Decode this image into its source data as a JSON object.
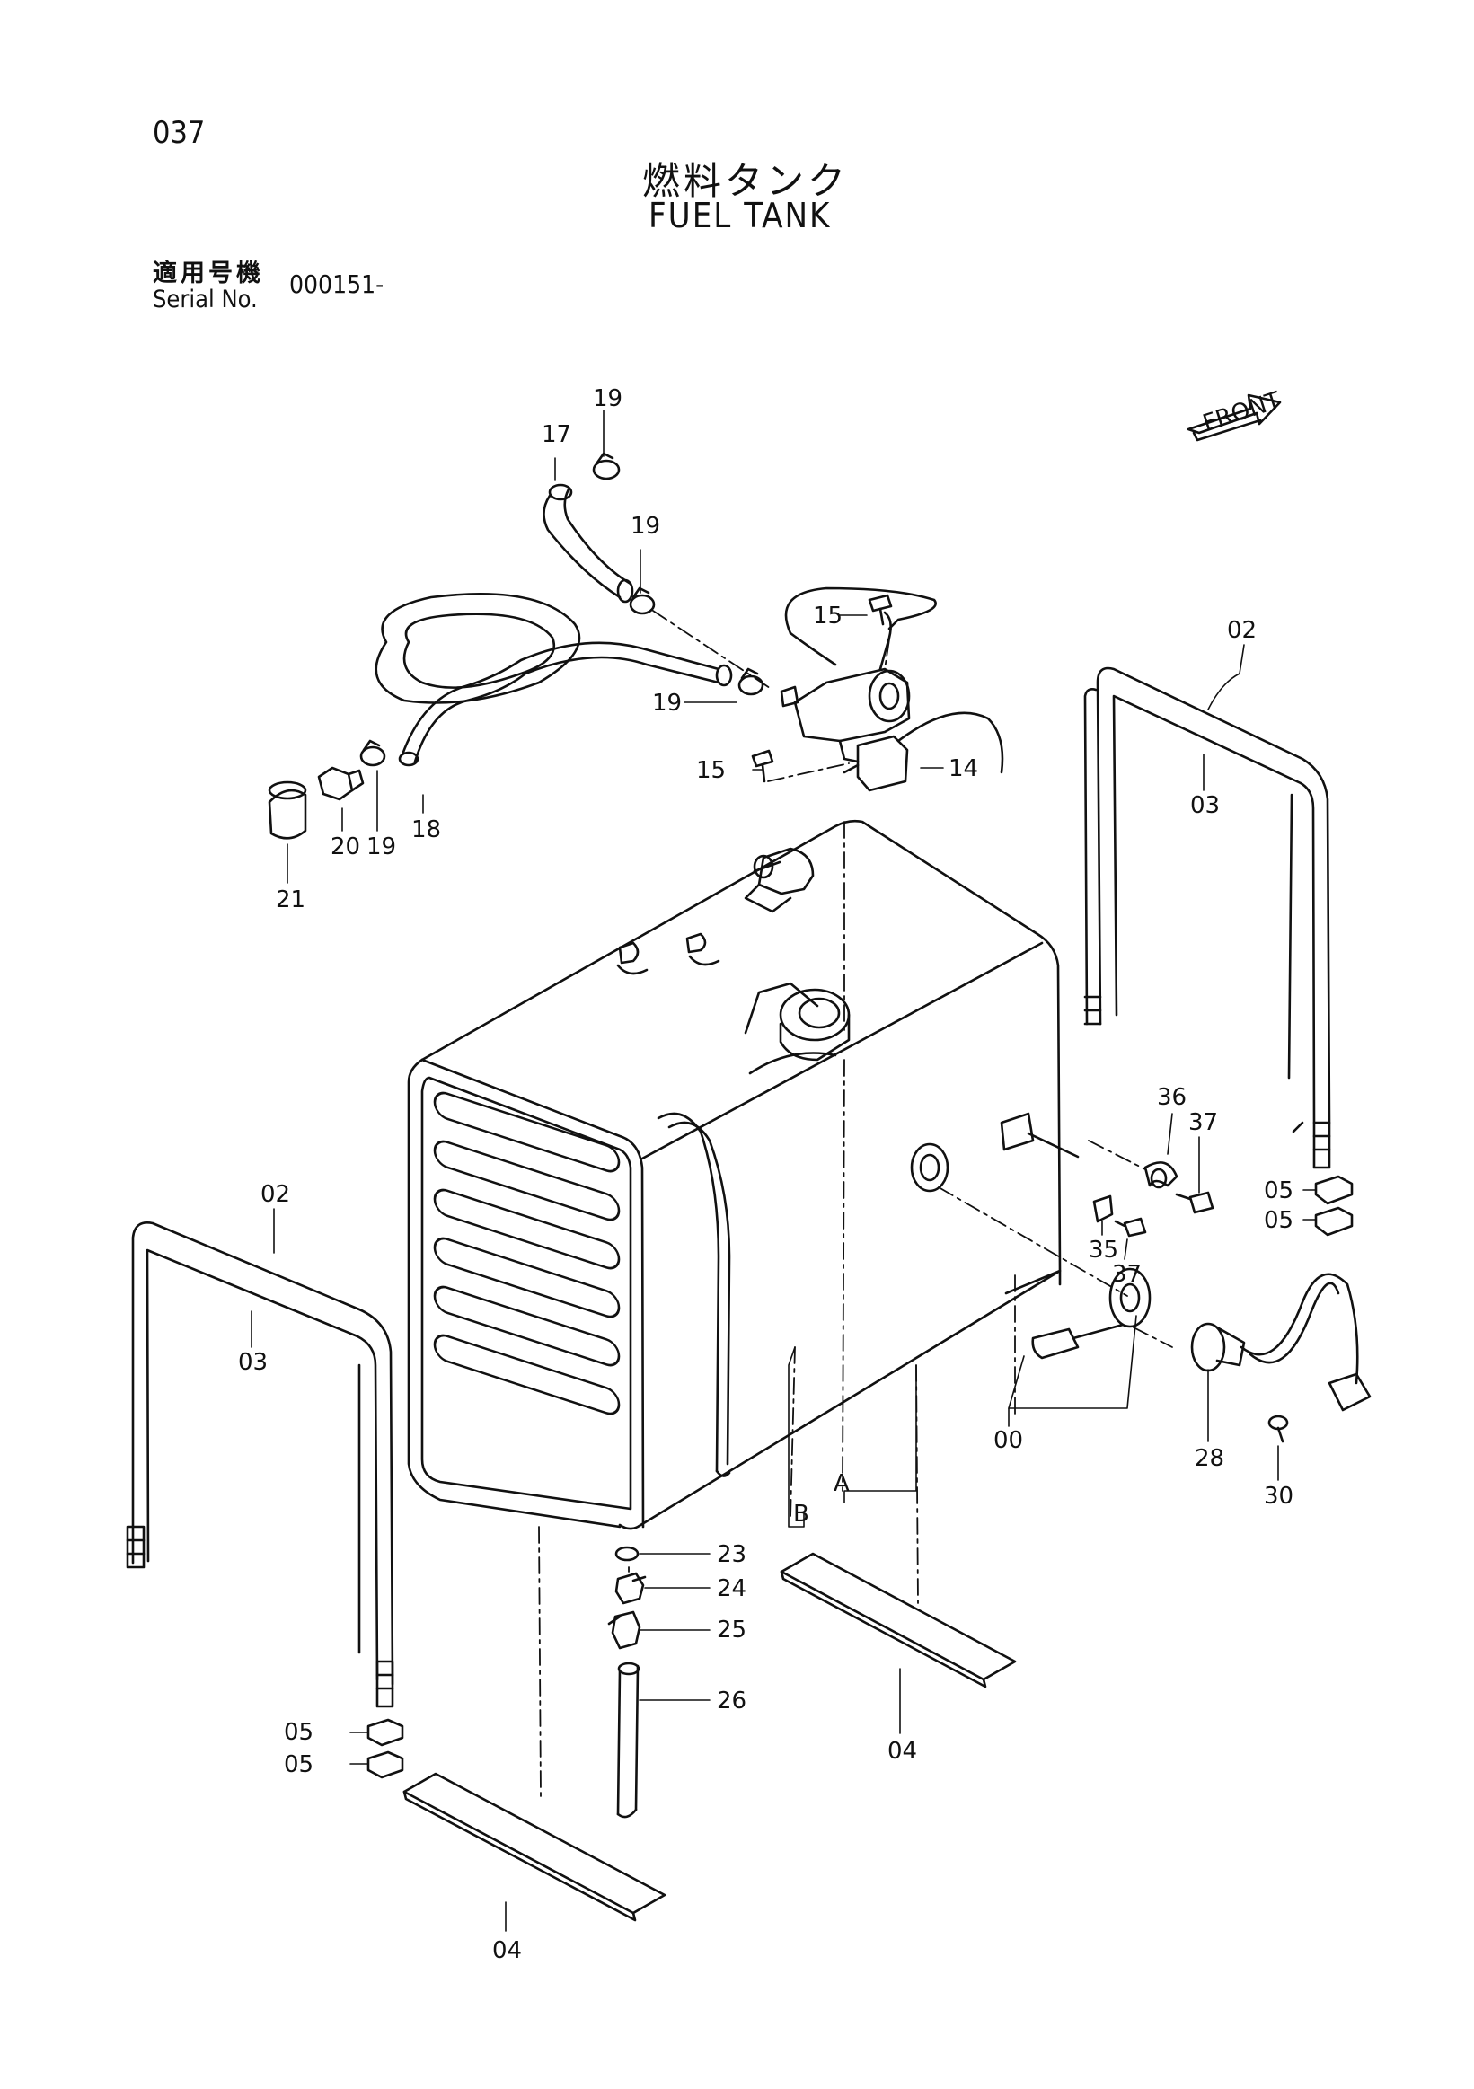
{
  "header": {
    "page_number": "037",
    "title_jp": "燃料タンク",
    "title_en": "FUEL TANK",
    "serial_label_jp": "適用号機",
    "serial_label_en": "Serial No.",
    "serial_value": "000151-"
  },
  "front_indicator": "FRONT",
  "callouts": {
    "c17": "17",
    "c19a": "19",
    "c19b": "19",
    "c19c": "19",
    "c19d": "19",
    "c18": "18",
    "c20": "20",
    "c21": "21",
    "c15a": "15",
    "c15b": "15",
    "c14": "14",
    "c02r": "02",
    "c03r": "03",
    "c02l": "02",
    "c03l": "03",
    "c36": "36",
    "c37a": "37",
    "c37b": "37",
    "c35": "35",
    "c05a": "05",
    "c05b": "05",
    "c05c": "05",
    "c05d": "05",
    "c00": "00",
    "c28": "28",
    "c30": "30",
    "cA": "A",
    "cB": "B",
    "c23": "23",
    "c24": "24",
    "c25": "25",
    "c26": "26",
    "c04a": "04",
    "c04b": "04"
  }
}
